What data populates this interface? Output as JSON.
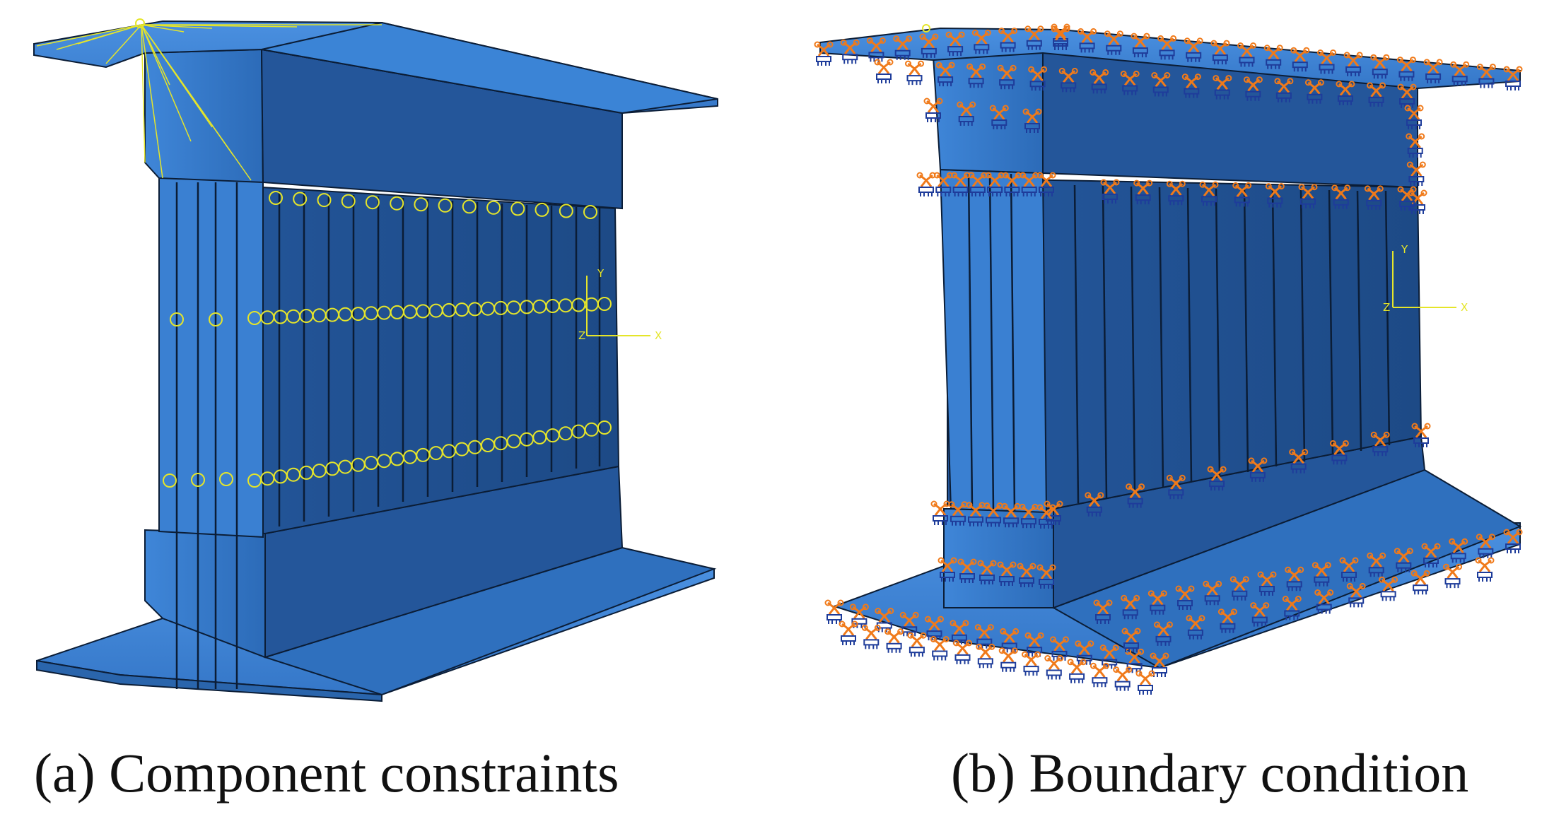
{
  "panels": [
    {
      "id": "a",
      "caption": "(a) Component constraints",
      "triad": {
        "x": "X",
        "y": "Y",
        "z": "Z"
      }
    },
    {
      "id": "b",
      "caption": "(b) Boundary condition",
      "triad": {
        "x": "X",
        "y": "Y",
        "z": "Z"
      }
    }
  ],
  "colors": {
    "steel_light": "#3a7fd0",
    "steel_mid": "#2f6fbd",
    "steel_dark": "#1e4f8f",
    "edge": "#0b1d36",
    "constraint": "#e5e52a",
    "boundary_orange": "#f07a1a",
    "boundary_blue": "#1e3c9a"
  },
  "icons": {
    "constraint_marker": "circle-icon",
    "boundary_marker": "encastre-icon"
  }
}
